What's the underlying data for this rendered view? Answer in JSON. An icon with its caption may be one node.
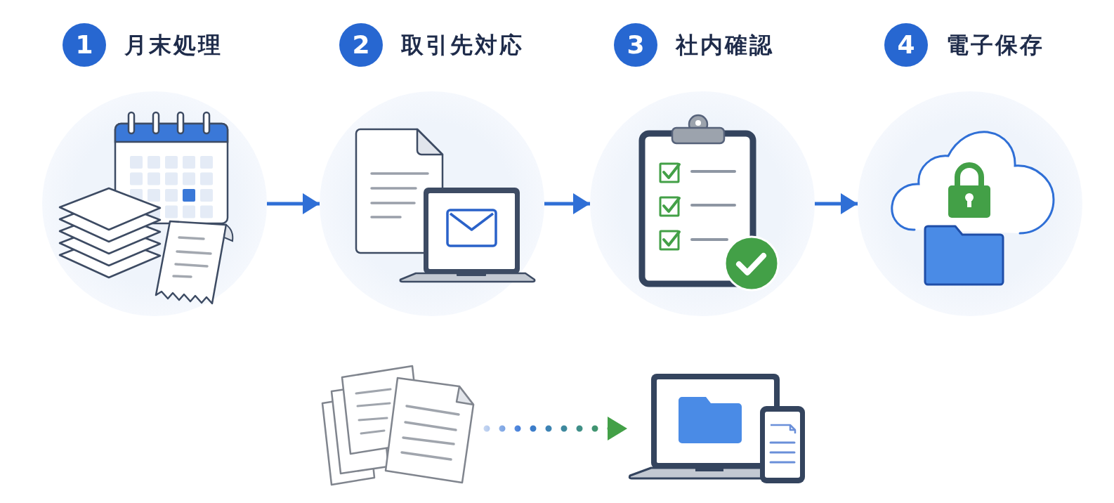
{
  "diagram": {
    "nodes": [
      {
        "text": [
          "1",
          "月末処理"
        ]
      },
      {
        "text": [
          "2",
          "取引先対応"
        ]
      },
      {
        "text": [
          "3",
          "社内確認"
        ]
      },
      {
        "text": [
          "4",
          "電子保存"
        ]
      },
      {
        "text": [],
        "shape": "picture"
      },
      {
        "text": [],
        "shape": "picture"
      }
    ],
    "edges": [
      {
        "from": 0,
        "to": 1,
        "arrow": "to"
      },
      {
        "from": 1,
        "to": 2,
        "arrow": "to"
      },
      {
        "from": 2,
        "to": 3,
        "arrow": "to"
      },
      {
        "from": 4,
        "to": 5,
        "arrow": "to",
        "style": "dashed",
        "color": "#43a047"
      }
    ]
  }
}
